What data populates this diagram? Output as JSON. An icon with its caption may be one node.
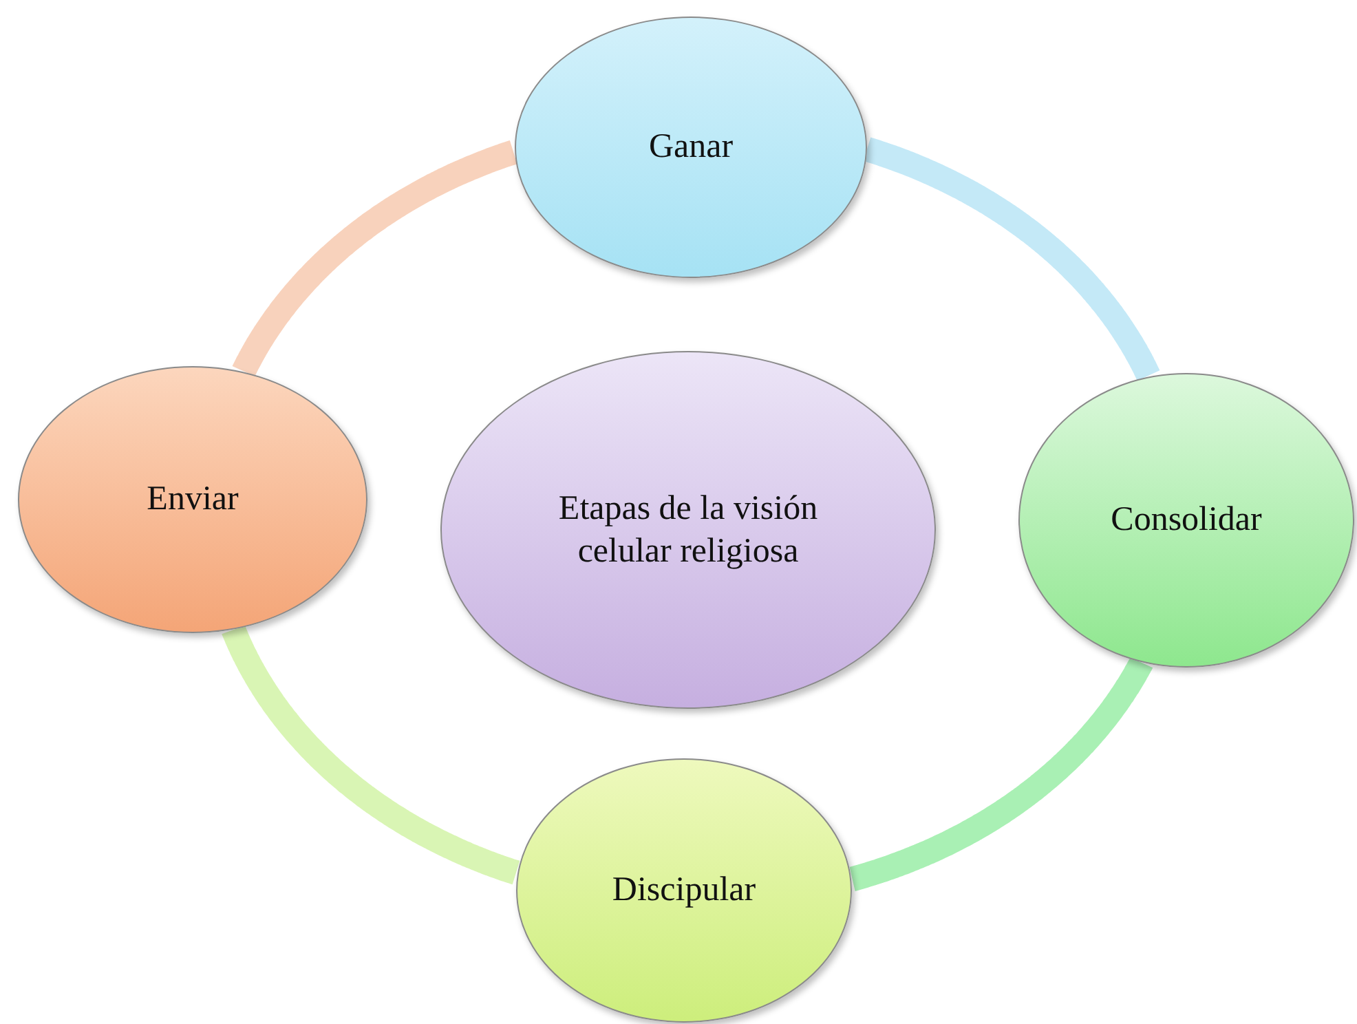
{
  "diagram": {
    "nodes": [
      {
        "text": [
          "Ganar"
        ]
      },
      {
        "text": [
          "Enviar"
        ]
      },
      {
        "text": [
          "Etapas  de la visión celular religiosa"
        ]
      },
      {
        "text": [
          "Consolidar"
        ]
      },
      {
        "text": [
          "Discipular"
        ]
      }
    ],
    "edges": [
      {
        "from": 0,
        "to": 3,
        "arrow": "none",
        "color": "#c4e9f7"
      },
      {
        "from": 3,
        "to": 4,
        "arrow": "none",
        "color": "#a9f0b4"
      },
      {
        "from": 4,
        "to": 1,
        "arrow": "none",
        "color": "#d9f5b4"
      },
      {
        "from": 1,
        "to": 0,
        "arrow": "none",
        "color": "#f8d2bc"
      }
    ]
  }
}
